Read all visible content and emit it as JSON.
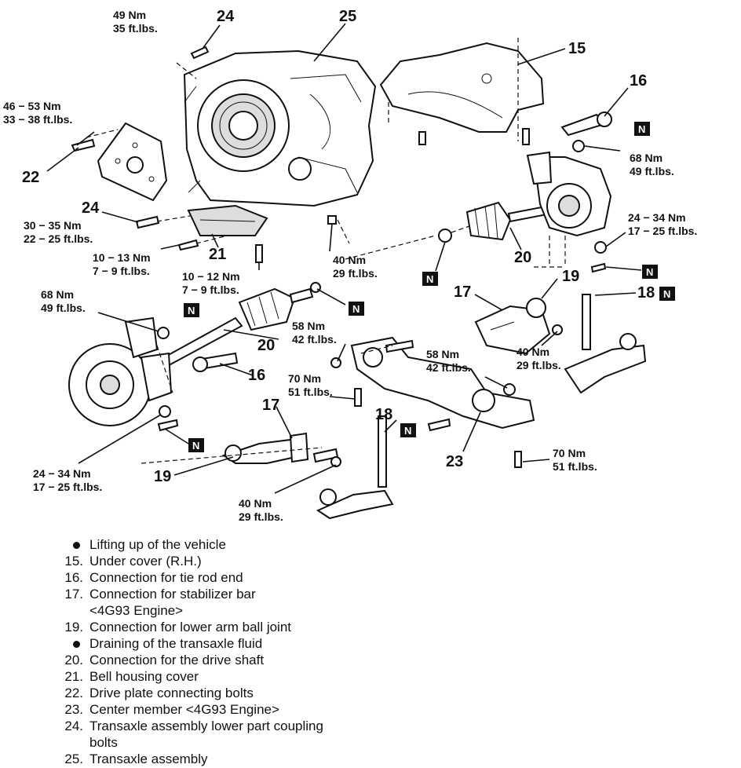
{
  "callouts": {
    "c24a": "24",
    "c25": "25",
    "c15": "15",
    "c16a": "16",
    "c22": "22",
    "c24b": "24",
    "c21": "21",
    "c20a": "20",
    "c19a": "19",
    "c17a": "17",
    "c18a": "18",
    "c20b": "20",
    "c16b": "16",
    "c17b": "17",
    "c18b": "18",
    "c23": "23",
    "c19b": "19"
  },
  "torques": {
    "t_49_35": [
      "49 Nm",
      "35 ft.lbs."
    ],
    "t_46_53": [
      "46 − 53 Nm",
      "33 − 38 ft.lbs."
    ],
    "t_68_49a": [
      "68 Nm",
      "49 ft.lbs."
    ],
    "t_30_35": [
      "30 − 35 Nm",
      "22 − 25 ft.lbs."
    ],
    "t_24_34a": [
      "24 − 34 Nm",
      "17 − 25 ft.lbs."
    ],
    "t_10_13": [
      "10 − 13 Nm",
      "7 − 9 ft.lbs."
    ],
    "t_10_12": [
      "10 − 12 Nm",
      "7 − 9 ft.lbs."
    ],
    "t_40_29a": [
      "40 Nm",
      "29 ft.lbs."
    ],
    "t_68_49b": [
      "68 Nm",
      "49 ft.lbs."
    ],
    "t_58_42a": [
      "58 Nm",
      "42 ft.lbs."
    ],
    "t_40_29b": [
      "40 Nm",
      "29 ft.lbs."
    ],
    "t_58_42b": [
      "58 Nm",
      "42 ft.lbs."
    ],
    "t_70_51a": [
      "70 Nm",
      "51 ft.lbs."
    ],
    "t_70_51b": [
      "70 Nm",
      "51 ft.lbs."
    ],
    "t_24_34b": [
      "24 − 34 Nm",
      "17 − 25 ft.lbs."
    ],
    "t_40_29c": [
      "40 Nm",
      "29 ft.lbs."
    ]
  },
  "n_label": "N",
  "legend": [
    {
      "num": "",
      "bullet": true,
      "text": "Lifting up of the vehicle"
    },
    {
      "num": "15.",
      "bullet": false,
      "text": "Under cover (R.H.)"
    },
    {
      "num": "16.",
      "bullet": false,
      "text": "Connection for tie rod end"
    },
    {
      "num": "17.",
      "bullet": false,
      "text": "Connection for stabilizer bar"
    },
    {
      "num": "",
      "bullet": false,
      "text": "<4G93 Engine>"
    },
    {
      "num": "19.",
      "bullet": false,
      "text": "Connection for lower arm ball joint"
    },
    {
      "num": "",
      "bullet": true,
      "text": "Draining of the transaxle fluid"
    },
    {
      "num": "20.",
      "bullet": false,
      "text": "Connection for the drive shaft"
    },
    {
      "num": "21.",
      "bullet": false,
      "text": "Bell housing cover"
    },
    {
      "num": "22.",
      "bullet": false,
      "text": "Drive plate connecting bolts"
    },
    {
      "num": "23.",
      "bullet": false,
      "text": "Center member <4G93 Engine>"
    },
    {
      "num": "24.",
      "bullet": false,
      "text": "Transaxle assembly lower part coupling"
    },
    {
      "num": "",
      "bullet": false,
      "text": "bolts"
    },
    {
      "num": "25.",
      "bullet": false,
      "text": "Transaxle assembly"
    }
  ]
}
